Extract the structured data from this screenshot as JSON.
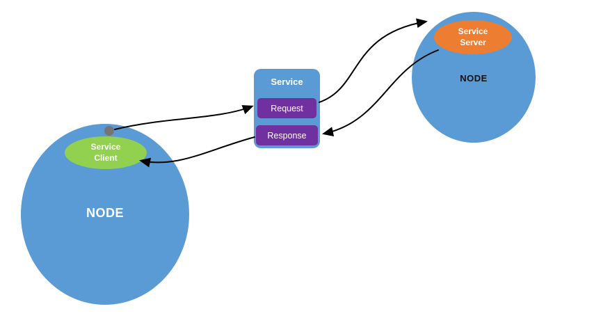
{
  "diagram": {
    "left_node": {
      "label": "NODE",
      "client_badge": {
        "line1": "Service",
        "line2": "Client"
      }
    },
    "right_node": {
      "label": "NODE",
      "server_badge": {
        "line1": "Service",
        "line2": "Server"
      }
    },
    "service_box": {
      "title": "Service",
      "request": "Request",
      "response": "Response"
    },
    "arrows": [
      {
        "name": "client-to-request"
      },
      {
        "name": "request-to-server"
      },
      {
        "name": "server-to-response"
      },
      {
        "name": "response-to-client"
      }
    ],
    "colors": {
      "node_fill": "#5b9bd5",
      "client_fill": "#92d050",
      "server_fill": "#ed7d31",
      "message_fill": "#7030a0",
      "connector": "#000000",
      "anchor_dot": "#757575"
    }
  }
}
